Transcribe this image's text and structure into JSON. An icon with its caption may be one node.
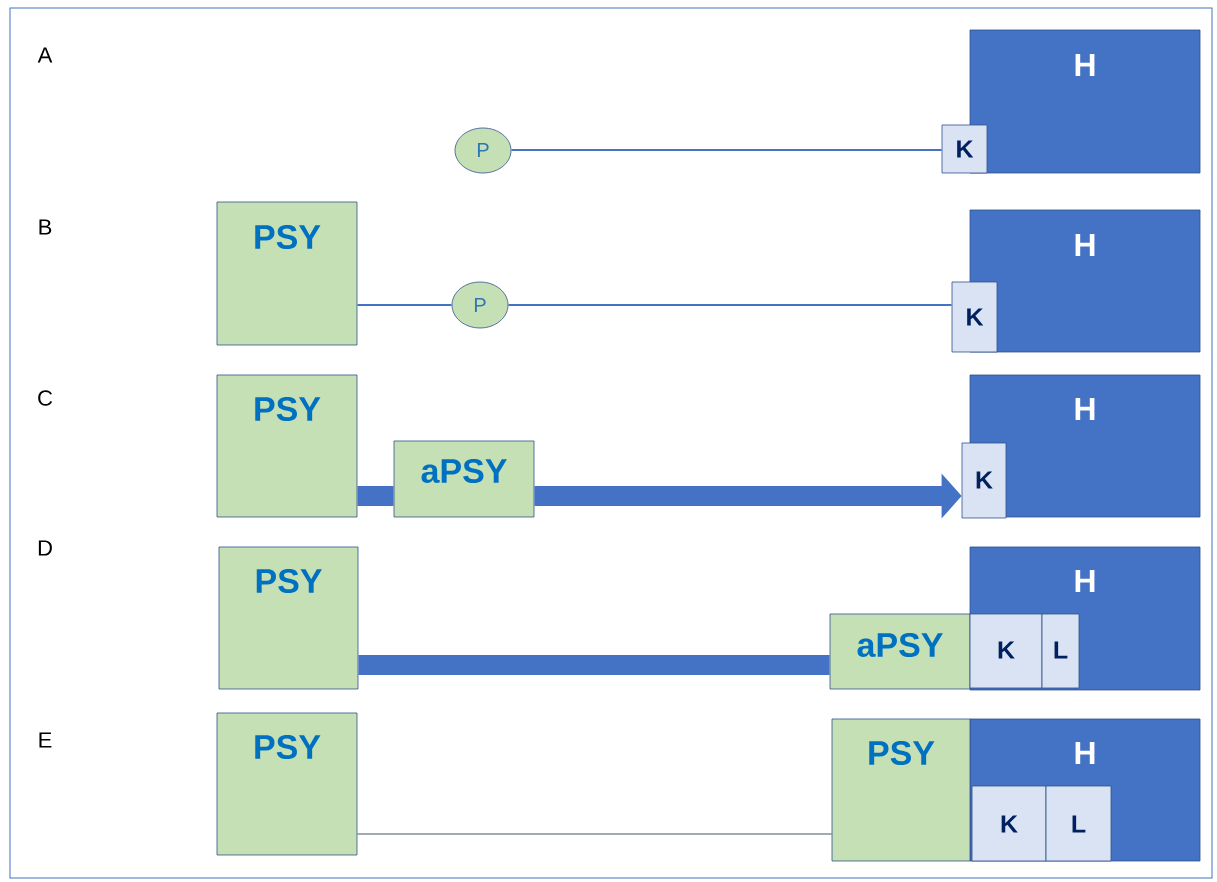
{
  "diagram": {
    "nodes": [
      {
        "text": [
          "H"
        ]
      },
      {
        "text": [
          "K"
        ]
      },
      {
        "text": [
          "P"
        ]
      },
      {
        "text": [
          "PSY"
        ]
      },
      {
        "text": [
          "P"
        ]
      },
      {
        "text": [
          "H"
        ]
      },
      {
        "text": [
          "K"
        ]
      },
      {
        "text": [
          "PSY"
        ]
      },
      {
        "text": [
          "aPSY"
        ]
      },
      {
        "text": [
          "H"
        ]
      },
      {
        "text": [
          "K"
        ]
      },
      {
        "text": [
          "PSY"
        ]
      },
      {
        "text": [
          "H"
        ]
      },
      {
        "text": [
          "aPSY"
        ]
      },
      {
        "text": [
          "K"
        ],
        "in": 12
      },
      {
        "text": [
          "L"
        ],
        "in": 12
      },
      {
        "text": [
          "PSY"
        ]
      },
      {
        "text": [
          "H"
        ]
      },
      {
        "text": [
          "PSY"
        ]
      },
      {
        "text": [
          "K"
        ],
        "in": 17
      },
      {
        "text": [
          "L"
        ],
        "in": 17
      }
    ],
    "edges": [
      {
        "from": 2,
        "to": 1,
        "arrow": "none"
      },
      {
        "from": 3,
        "to": 4,
        "arrow": "none"
      },
      {
        "from": 4,
        "to": 6,
        "arrow": "none"
      },
      {
        "from": 7,
        "to": 8,
        "arrow": "none",
        "style": "thick"
      },
      {
        "from": 8,
        "to": 10,
        "arrow": "to",
        "style": "thick"
      },
      {
        "from": 11,
        "to": 13,
        "arrow": "none",
        "style": "thick"
      },
      {
        "from": 16,
        "to": 18,
        "arrow": "none",
        "color": "#44546a"
      }
    ],
    "labels": [
      "A",
      "B",
      "C",
      "D",
      "E"
    ]
  }
}
